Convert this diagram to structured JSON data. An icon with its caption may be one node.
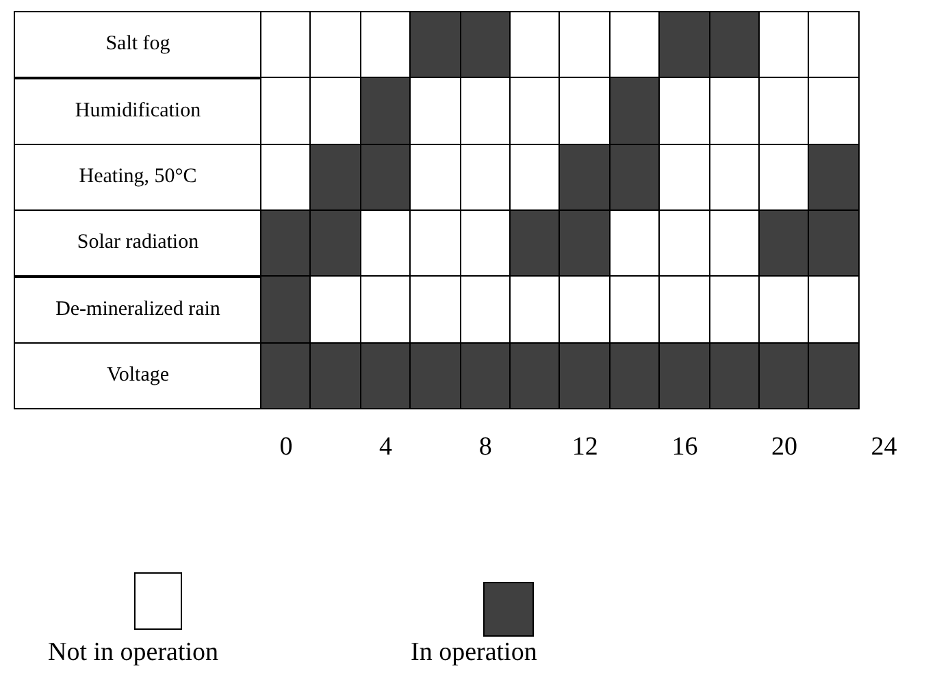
{
  "diagram": {
    "labels": [
      "Salt fog",
      "Humidification",
      "Heating, 50°C",
      "Solar radiation",
      "De-mineralized rain",
      "Voltage",
      "0",
      "4",
      "8",
      "12",
      "16",
      "20",
      "24"
    ],
    "legend": [
      {
        "text": "Not in operation",
        "color": "#ffffff"
      },
      {
        "text": "In operation",
        "color": "#404040"
      }
    ]
  }
}
